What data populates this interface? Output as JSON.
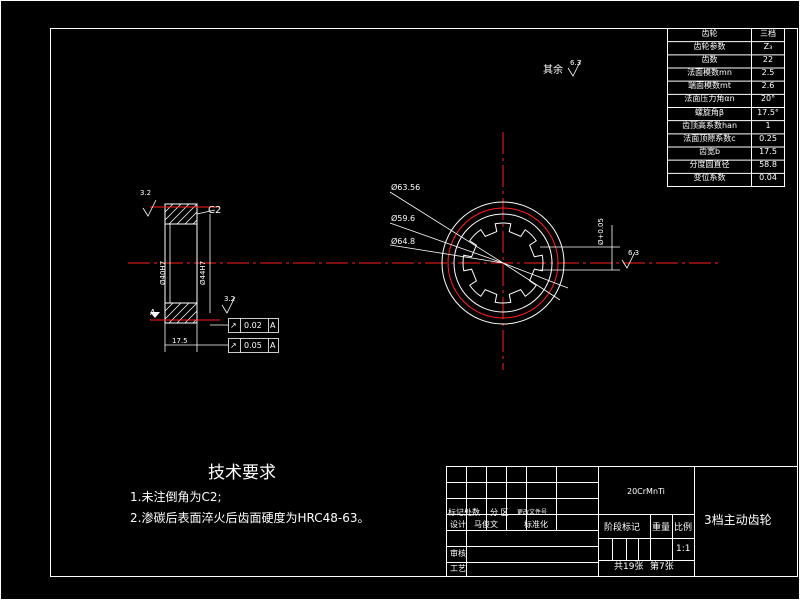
{
  "gear_table": {
    "rows": [
      [
        "齿轮",
        "三档"
      ],
      [
        "齿轮参数",
        "Z₃"
      ],
      [
        "齿数",
        "22"
      ],
      [
        "法面模数mn",
        "2.5"
      ],
      [
        "端面模数mt",
        "2.6"
      ],
      [
        "法面压力角αn",
        "20°"
      ],
      [
        "螺旋角β",
        "17.5°"
      ],
      [
        "齿顶高系数han",
        "1"
      ],
      [
        "法面顶隙系数c",
        "0.25"
      ],
      [
        "齿宽b",
        "17.5"
      ],
      [
        "分度圆直径",
        "58.8"
      ],
      [
        "变位系数",
        "0.04"
      ]
    ]
  },
  "annotations": {
    "rest_roughness": "其余",
    "rough_val": "6.3",
    "rough_val2": "3.2",
    "chamfer": "C2",
    "width_dim": "17.5",
    "dia1": "Ø63.56",
    "dia2": "Ø59.6",
    "dia3": "Ø64.8",
    "small_dim": "Ø+0.05",
    "tol1_val": "0.02",
    "tol1_ref": "A",
    "tol2_val": "0.05",
    "tol2_ref": "A",
    "datum": "A",
    "section_dim1": "Ø40H7",
    "section_dim2": "Ø44H7"
  },
  "tech_req": {
    "title": "技术要求",
    "items": [
      "1.未注倒角为C2;",
      "2.渗碳后表面淬火后齿面硬度为HRC48-63。"
    ]
  },
  "title_block": {
    "material": "20CrMnTi",
    "part_name": "3档主动齿轮",
    "mark": "标记处数",
    "zone": "分 区",
    "change_doc": "更改文件号",
    "design": "设计",
    "designer": "马俊文",
    "standard": "标准化",
    "stage_mark": "阶段标记",
    "weight": "重量",
    "scale_label": "比例",
    "scale": "1:1",
    "review": "审核",
    "process": "工艺",
    "sheets_total": "共19张",
    "sheet_no": "第7张"
  },
  "colors": {
    "line": "#ffffff",
    "center": "#ff2020",
    "hatch": "#ffffff",
    "bg": "#000000"
  }
}
